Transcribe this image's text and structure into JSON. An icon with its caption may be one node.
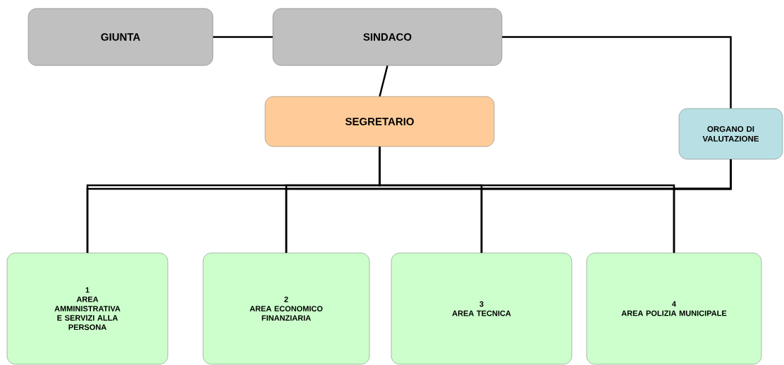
{
  "diagram": {
    "nodes": [
      {
        "text": [
          "GIUNTA"
        ]
      },
      {
        "text": [
          "SINDACO"
        ]
      },
      {
        "text": [
          "SEGRETARIO"
        ]
      },
      {
        "text": [
          "ORGANO DI VALUTAZIONE"
        ]
      },
      {
        "text": [
          "1",
          "AREA AMMINISTRATIVA E SERVIZI ALLA PERSONA"
        ]
      },
      {
        "text": [
          "2",
          "AREA ECONOMICO FINANZIARIA"
        ]
      },
      {
        "text": [
          "3",
          "AREA TECNICA"
        ]
      },
      {
        "text": [
          "4",
          "AREA POLIZIA MUNICIPALE"
        ]
      }
    ],
    "edges": [
      {
        "from": 0,
        "to": 1,
        "arrow": "none"
      },
      {
        "from": 1,
        "to": 2,
        "arrow": "none"
      },
      {
        "from": 1,
        "to": 3,
        "arrow": "none"
      },
      {
        "from": 2,
        "to": 4,
        "arrow": "none"
      },
      {
        "from": 2,
        "to": 5,
        "arrow": "none"
      },
      {
        "from": 2,
        "to": 6,
        "arrow": "none"
      },
      {
        "from": 2,
        "to": 7,
        "arrow": "none"
      },
      {
        "from": 3,
        "to": 4,
        "arrow": "none"
      },
      {
        "from": 3,
        "to": 5,
        "arrow": "none"
      },
      {
        "from": 3,
        "to": 6,
        "arrow": "none"
      },
      {
        "from": 3,
        "to": 7,
        "arrow": "none"
      }
    ]
  }
}
